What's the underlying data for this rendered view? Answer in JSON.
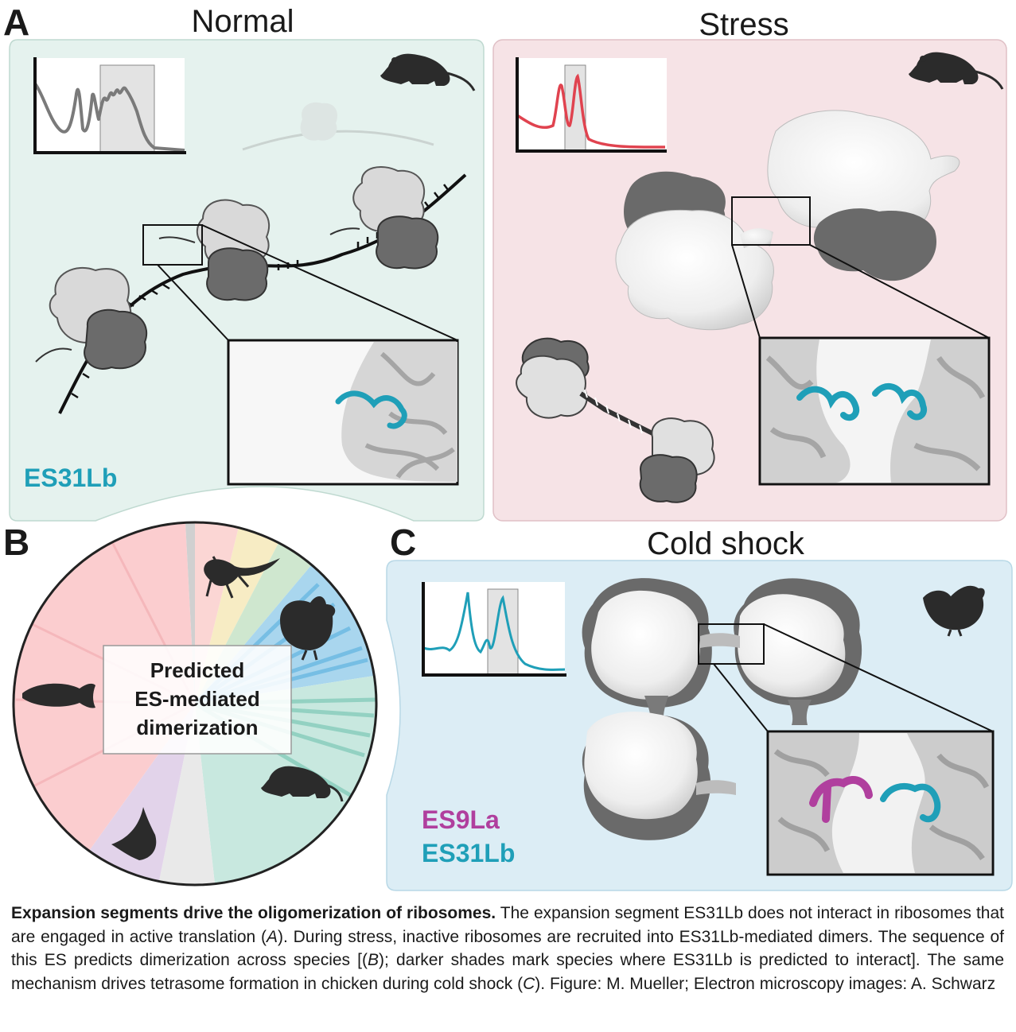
{
  "panel_a": {
    "letter": "A",
    "normal_title": "Normal",
    "stress_title": "Stress",
    "label": "ES31Lb"
  },
  "panel_b": {
    "letter": "B",
    "center_text": [
      "Predicted",
      "ES-mediated",
      "dimerization"
    ]
  },
  "panel_c": {
    "letter": "C",
    "title": "Cold shock",
    "label_es9": "ES9La",
    "label_es31": "ES31Lb"
  },
  "colors": {
    "normal_bg": "#e5f2ee",
    "stress_bg": "#f6e3e6",
    "cold_bg": "#dcedf5",
    "es31_teal": "#1f9fb8",
    "es9_magenta": "#b03f9e",
    "stress_red": "#e0434f",
    "silhouette": "#2b2b2b"
  },
  "caption": {
    "bold": "Expansion segments drive the oligomerization of ribosomes.",
    "text_1": " The expansion segment ES31Lb does not interact in ribosomes that are engaged in active translation (",
    "ref_a": "A",
    "text_2": "). During stress, inactive ribosomes are recruited into ES31Lb-mediated dimers. The sequence of this ES predicts dimerization across species [(",
    "ref_b": "B",
    "text_3": "); darker shades mark species where ES31Lb is predicted to interact]. The same mechanism drives tetrasome formation in chicken during cold shock (",
    "ref_c": "C",
    "text_4": "). Figure: M. Mueller; Electron microscopy images: A. Schwarz"
  }
}
